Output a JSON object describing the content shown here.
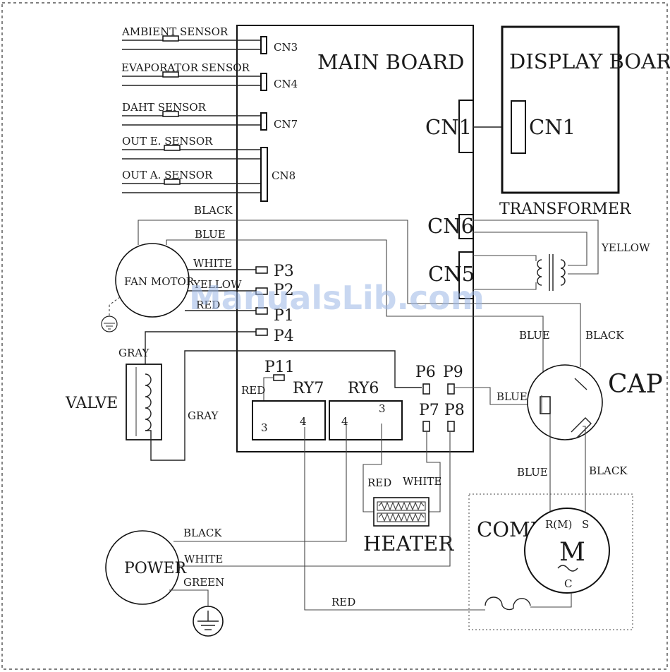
{
  "main_board": {
    "title": "MAIN BOARD",
    "cn1": "CN1",
    "cn5": "CN5",
    "cn6": "CN6"
  },
  "display_board": {
    "title": "DISPLAY BOARD",
    "cn1": "CN1"
  },
  "sensors": [
    {
      "label": "AMBIENT SENSOR",
      "connector": "CN3"
    },
    {
      "label": "EVAPORATOR SENSOR",
      "connector": "CN4"
    },
    {
      "label": "DAHT SENSOR",
      "connector": "CN7"
    },
    {
      "label": "OUT E. SENSOR",
      "connector": "CN8"
    },
    {
      "label": "OUT A. SENSOR",
      "connector": ""
    }
  ],
  "pins": {
    "p1": "P1",
    "p2": "P2",
    "p3": "P3",
    "p4": "P4",
    "p6": "P6",
    "p7": "P7",
    "p8": "P8",
    "p9": "P9",
    "p11": "P11"
  },
  "relays": {
    "ry7": "RY7",
    "ry6": "RY6",
    "ry7_left": "3",
    "ry7_right": "4",
    "ry6_left": "4",
    "ry6_right": "3"
  },
  "components": {
    "fan_motor": "FAN MOTOR",
    "valve": "VALVE",
    "power": "POWER",
    "transformer": "TRANSFORMER",
    "cap": "CAP",
    "comp": "COMP",
    "heater": "HEATER",
    "motor_symbol": "M",
    "terminal_r": "R(M)",
    "terminal_s": "S",
    "terminal_c": "C"
  },
  "wires": {
    "black": "BLACK",
    "blue": "BLUE",
    "white": "WHITE",
    "yellow": "YELLOW",
    "red": "RED",
    "gray": "GRAY",
    "green": "GREEN"
  },
  "watermark": "ManualsLib.com"
}
